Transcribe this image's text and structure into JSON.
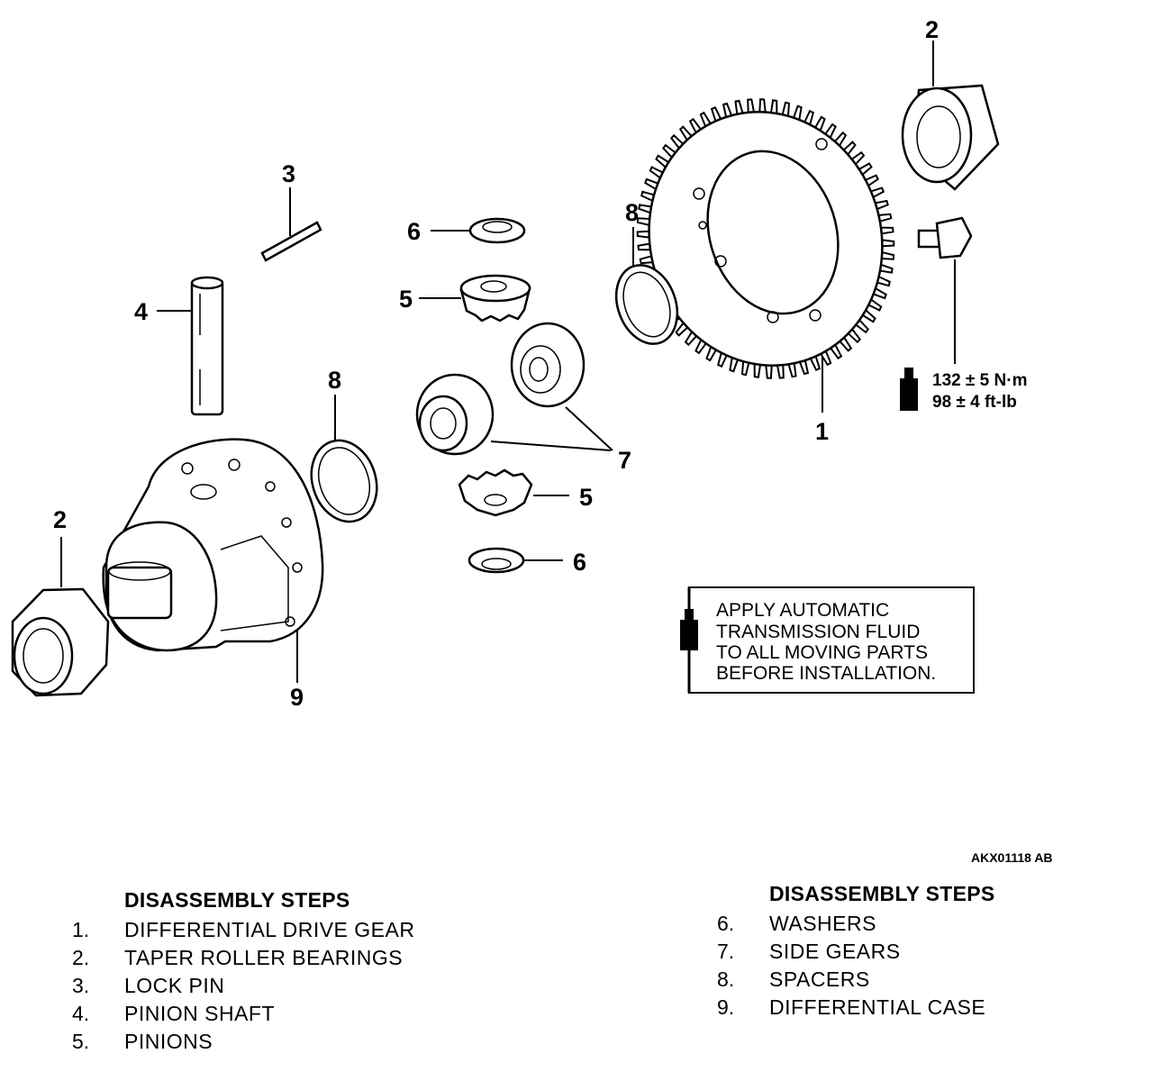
{
  "callouts": {
    "c1": "1",
    "c2a": "2",
    "c2b": "2",
    "c3": "3",
    "c4": "4",
    "c5a": "5",
    "c5b": "5",
    "c6a": "6",
    "c6b": "6",
    "c7": "7",
    "c8a": "8",
    "c8b": "8",
    "c9": "9"
  },
  "torque": {
    "metric": "132 ± 5 N·m",
    "imperial": "98 ± 4 ft-lb"
  },
  "note": {
    "lines": [
      "APPLY AUTOMATIC",
      "TRANSMISSION FLUID",
      "TO ALL MOVING PARTS",
      "BEFORE INSTALLATION."
    ]
  },
  "figure_id": "AKX01118 AB",
  "legend_left": {
    "heading": "DISASSEMBLY STEPS",
    "items": [
      {
        "num": "1.",
        "label": "DIFFERENTIAL DRIVE GEAR"
      },
      {
        "num": "2.",
        "label": "TAPER ROLLER BEARINGS"
      },
      {
        "num": "3.",
        "label": "LOCK PIN"
      },
      {
        "num": "4.",
        "label": "PINION SHAFT"
      },
      {
        "num": "5.",
        "label": "PINIONS"
      }
    ]
  },
  "legend_right": {
    "heading": "DISASSEMBLY STEPS",
    "items": [
      {
        "num": "6.",
        "label": "WASHERS"
      },
      {
        "num": "7.",
        "label": "SIDE GEARS"
      },
      {
        "num": "8.",
        "label": "SPACERS"
      },
      {
        "num": "9.",
        "label": "DIFFERENTIAL CASE"
      }
    ]
  }
}
